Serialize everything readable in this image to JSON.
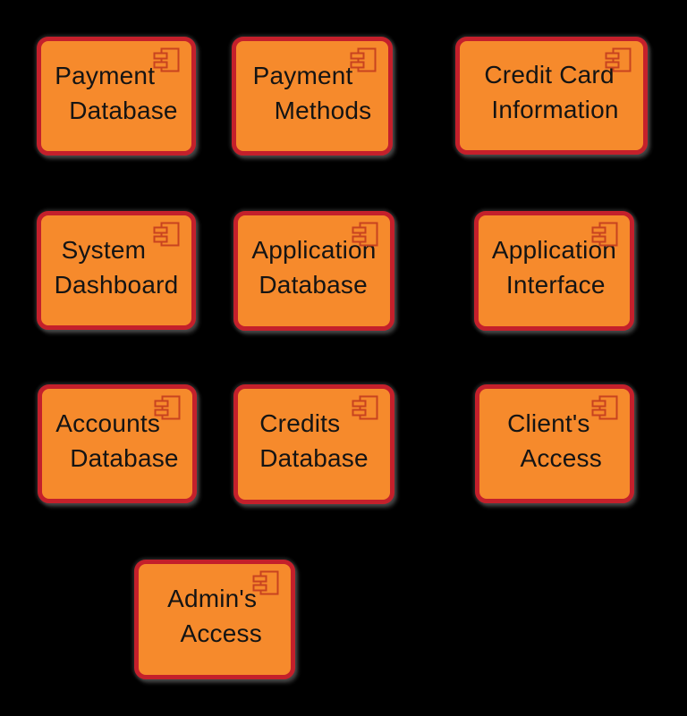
{
  "diagram": {
    "type": "uml-component-diagram",
    "colors": {
      "background": "#000000",
      "box_fill": "#f68a2c",
      "box_border": "#c4202b",
      "icon_stroke": "#c8431f",
      "label_text": "#141414"
    },
    "icon_name": "uml-component-icon",
    "boxes": [
      {
        "id": "payment-database",
        "label": "Payment\n  Database"
      },
      {
        "id": "payment-methods",
        "label": "Payment\n   Methods"
      },
      {
        "id": "credit-card-information",
        "label": "Credit Card\n Information"
      },
      {
        "id": "system-dashboard",
        "label": " System\nDashboard"
      },
      {
        "id": "application-database",
        "label": "Application\n Database"
      },
      {
        "id": "application-interface",
        "label": "Application\n  Interface"
      },
      {
        "id": "accounts-database",
        "label": "Accounts\n  Database"
      },
      {
        "id": "credits-database",
        "label": "Credits\nDatabase"
      },
      {
        "id": "clients-access",
        "label": "Client's\n  Access"
      },
      {
        "id": "admins-access",
        "label": "Admin's\n  Access"
      }
    ]
  }
}
